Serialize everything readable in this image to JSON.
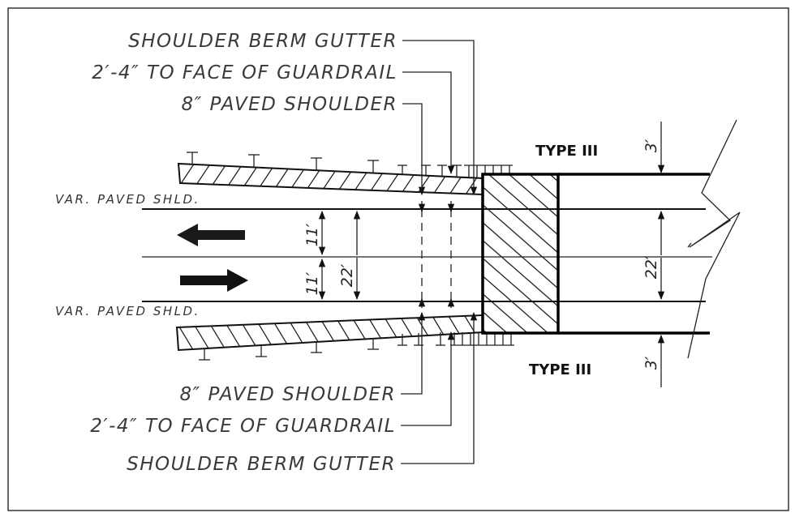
{
  "labels": {
    "top_berm": "SHOULDER BERM GUTTER",
    "top_guardrail": "2′-4″ TO FACE OF GUARDRAIL",
    "top_paved": "8″ PAVED SHOULDER",
    "bottom_paved": "8″ PAVED SHOULDER",
    "bottom_guardrail": "2′-4″ TO FACE OF GUARDRAIL",
    "bottom_berm": "SHOULDER BERM GUTTER",
    "var_shld_top": "VAR. PAVED SHLD.",
    "var_shld_bottom": "VAR. PAVED SHLD.",
    "type_top": "TYPE III",
    "type_bottom": "TYPE III"
  },
  "dimensions": {
    "lane_top": "11′",
    "lane_bottom": "11′",
    "roadway_left": "22′",
    "roadway_right": "22′",
    "shoulder_top": "3′",
    "shoulder_bottom": "3′"
  },
  "icons": {
    "left_arrow": "arrow-left-icon",
    "right_arrow": "arrow-right-icon"
  }
}
